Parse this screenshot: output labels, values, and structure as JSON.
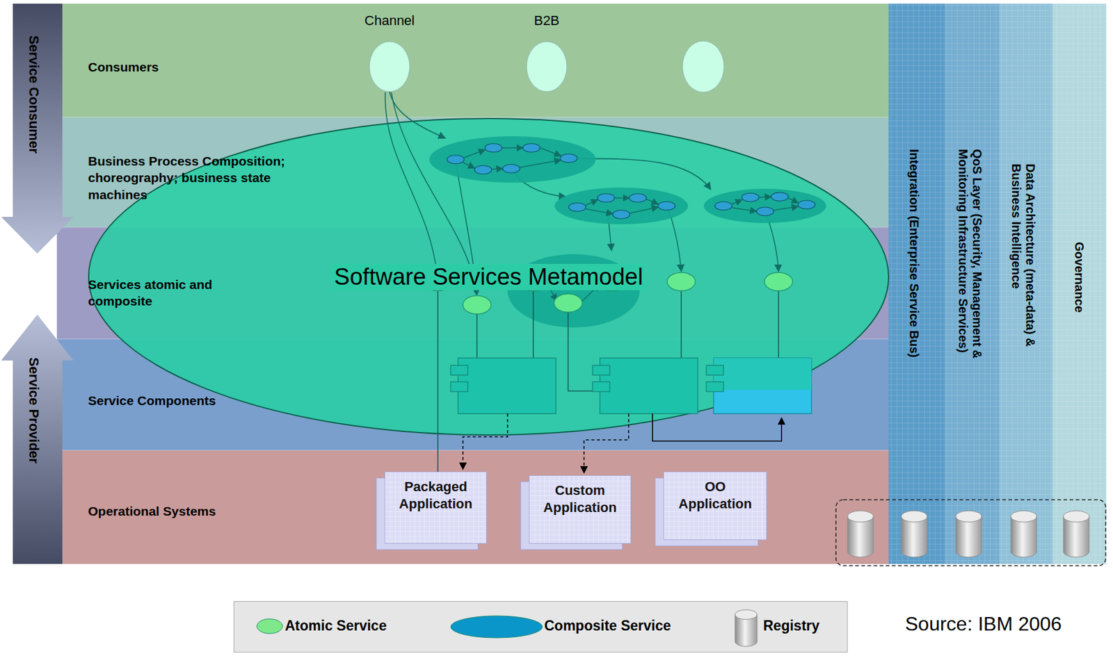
{
  "diagram": {
    "nodes": [
      {
        "text": [
          "Service Consumer"
        ]
      },
      {
        "text": [
          "Service Provider"
        ]
      },
      {
        "text": [
          "Consumers"
        ]
      },
      {
        "text": [
          "Business Process Composition; choreography; business state machines"
        ]
      },
      {
        "text": [
          "Services atomic and composite"
        ]
      },
      {
        "text": [
          "Service Components"
        ]
      },
      {
        "text": [
          "Operational Systems"
        ]
      },
      {
        "text": [
          "Integration (Enterprise Service Bus)"
        ]
      },
      {
        "text": [
          "QoS Layer (Security, Management & Monitoring Infrastructure Services)"
        ]
      },
      {
        "text": [
          "Data Architecture (meta-data) & Business Intelligence"
        ]
      },
      {
        "text": [
          "Governance"
        ]
      },
      {
        "text": [
          "Software Services Metamodel"
        ]
      },
      {
        "text": [
          "Channel"
        ],
        "in": 2
      },
      {
        "text": [
          "B2B"
        ],
        "in": 2
      },
      {
        "text": [
          "Packaged Application"
        ],
        "in": 6
      },
      {
        "text": [
          "Custom Application"
        ],
        "in": 6
      },
      {
        "text": [
          "OO Application"
        ],
        "in": 6
      }
    ],
    "labels": [
      "Source: IBM 2006"
    ],
    "legend": [
      {
        "text": "Atomic Service",
        "color": "#7ee88a"
      },
      {
        "text": "Composite Service",
        "color": "#0b96c9"
      },
      {
        "text": "Registry"
      }
    ]
  }
}
